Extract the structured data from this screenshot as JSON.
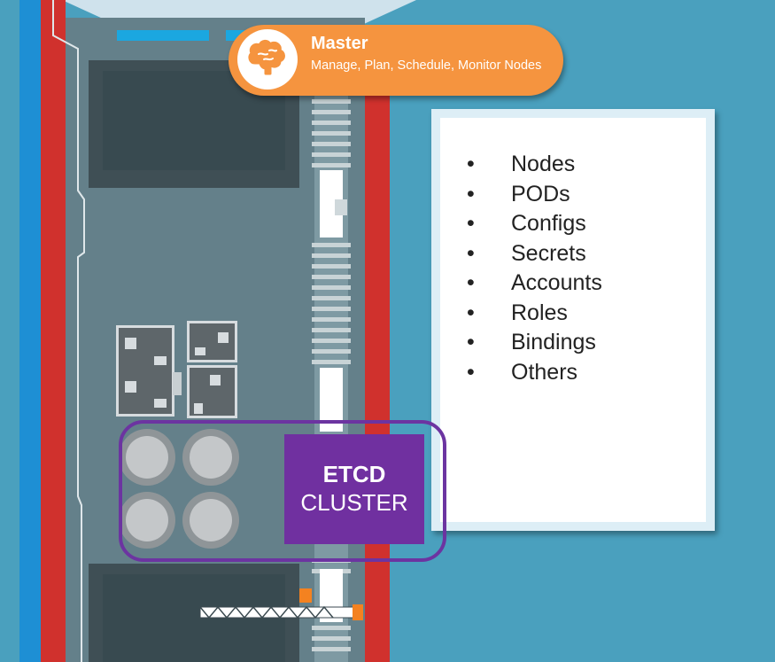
{
  "master": {
    "title": "Master",
    "subtitle": "Manage, Plan, Schedule, Monitor Nodes",
    "icon": "brain-icon",
    "color": "#f5943f"
  },
  "list": {
    "items": [
      {
        "label": "Nodes"
      },
      {
        "label": "PODs"
      },
      {
        "label": "Configs"
      },
      {
        "label": "Secrets"
      },
      {
        "label": "Accounts"
      },
      {
        "label": "Roles"
      },
      {
        "label": "Bindings"
      },
      {
        "label": "Others"
      }
    ],
    "bullet": "•"
  },
  "etcd": {
    "title": "ETCD",
    "subtitle": "CLUSTER",
    "color": "#7030a0"
  },
  "colors": {
    "background": "#4aa0be",
    "ship_hull": "#d0312d",
    "ship_deck": "#64808a"
  }
}
